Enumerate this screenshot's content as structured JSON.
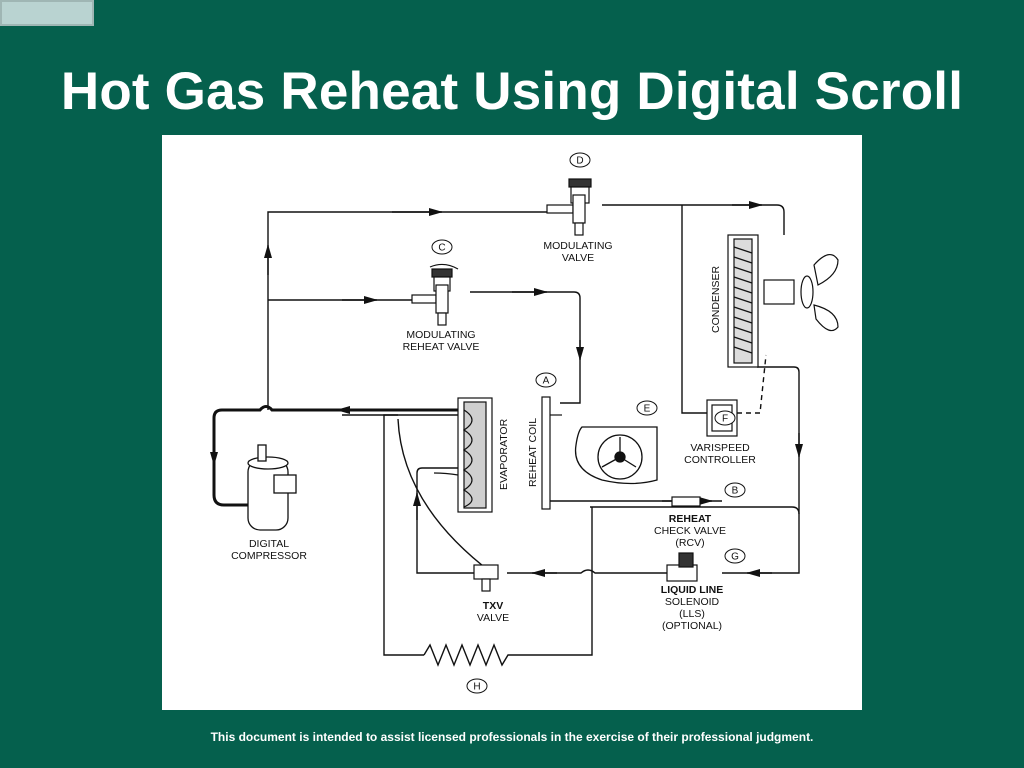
{
  "slide": {
    "title": "Hot Gas Reheat Using Digital Scroll",
    "footer": "This document is intended to assist licensed professionals in the exercise of their professional judgment."
  },
  "diagram": {
    "markers": {
      "a": "A",
      "b": "B",
      "c": "C",
      "d": "D",
      "e": "E",
      "f": "F",
      "g": "G",
      "h": "H"
    },
    "labels": {
      "modulating_valve_1": "MODULATING",
      "modulating_valve_2": "VALVE",
      "reheat_valve_1": "MODULATING",
      "reheat_valve_2": "REHEAT VALVE",
      "condenser": "CONDENSER",
      "evaporator": "EVAPORATOR",
      "reheat_coil": "REHEAT COIL",
      "varispeed_1": "VARISPEED",
      "varispeed_2": "CONTROLLER",
      "compressor_1": "DIGITAL",
      "compressor_2": "COMPRESSOR",
      "check_valve_1": "REHEAT",
      "check_valve_2": "CHECK VALVE",
      "check_valve_3": "(RCV)",
      "lls_1": "LIQUID LINE",
      "lls_2": "SOLENOID",
      "lls_3": "(LLS)",
      "lls_4": "(OPTIONAL)",
      "txv_1": "TXV",
      "txv_2": "VALVE"
    }
  }
}
